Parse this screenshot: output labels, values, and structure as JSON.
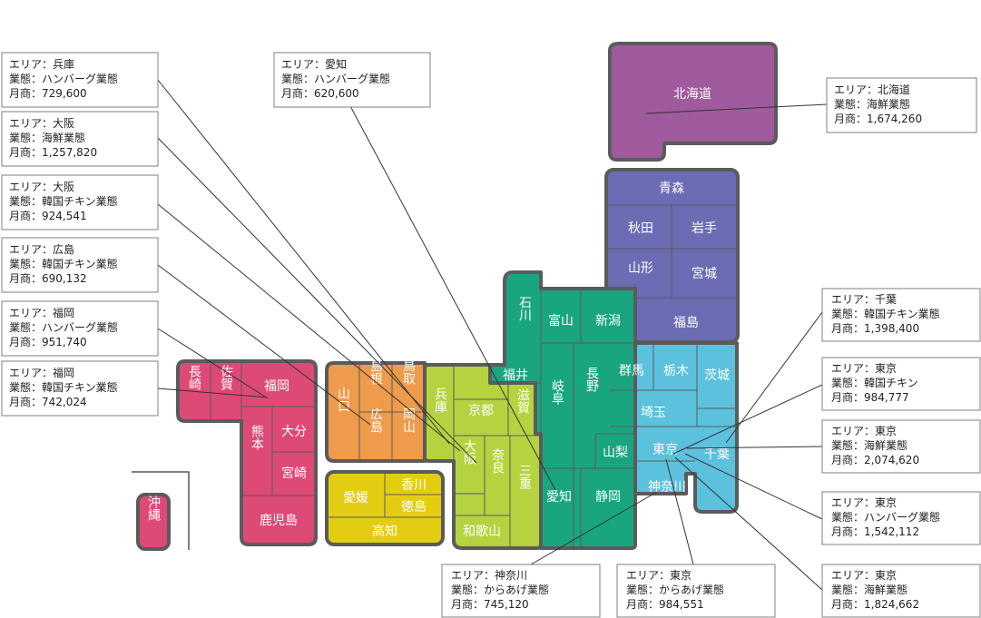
{
  "colors": {
    "hokkaido": "#a05a9e",
    "tohoku": "#6b6cb3",
    "kanto": "#5cc1dc",
    "chubu": "#1aa581",
    "kinki": "#b5d33f",
    "chugoku": "#ee9b4b",
    "shikoku": "#e3cd13",
    "kyushu": "#de4a76",
    "border": "#5b5b5b"
  },
  "prefectures": {
    "hokkaido": "北海道",
    "aomori": "青森",
    "akita": "秋田",
    "iwate": "岩手",
    "yamagata": "山形",
    "miyagi": "宮城",
    "fukushima": "福島",
    "ishikawa": "石川",
    "toyama": "富山",
    "niigata": "新潟",
    "fukui": "福井",
    "gifu": "岐阜",
    "nagano": "長野",
    "yamanashi": "山梨",
    "aichi": "愛知",
    "shizuoka": "静岡",
    "gunma": "群馬",
    "tochigi": "栃木",
    "ibaraki": "茨城",
    "saitama": "埼玉",
    "tokyo": "東京",
    "chiba": "千葉",
    "kanagawa": "神奈川",
    "kyoto": "京都",
    "shiga": "滋賀",
    "hyogo": "兵庫",
    "osaka": "大阪",
    "nara": "奈良",
    "mie": "三重",
    "wakayama": "和歌山",
    "tottori": "鳥取",
    "shimane": "島根",
    "okayama": "岡山",
    "hiroshima": "広島",
    "yamaguchi": "山口",
    "kagawa": "香川",
    "ehime": "愛媛",
    "tokushima": "徳島",
    "kochi": "高知",
    "fukuoka": "福岡",
    "saga": "佐賀",
    "nagasaki": "長崎",
    "oita": "大分",
    "kumamoto": "熊本",
    "miyazaki": "宮崎",
    "kagoshima": "鹿児島",
    "okinawa": "沖縄"
  },
  "callouts": [
    {
      "l1": "エリア：兵庫",
      "l2": "業態：ハンバーグ業態",
      "l3": "月商：729,600"
    },
    {
      "l1": "エリア：大阪",
      "l2": "業態：海鮮業態",
      "l3": "月商：1,257,820"
    },
    {
      "l1": "エリア：大阪",
      "l2": "業態：韓国チキン業態",
      "l3": "月商：924,541"
    },
    {
      "l1": "エリア：広島",
      "l2": "業態：韓国チキン業態",
      "l3": "月商：690,132"
    },
    {
      "l1": "エリア：福岡",
      "l2": "業態：ハンバーグ業態",
      "l3": "月商：951,740"
    },
    {
      "l1": "エリア：福岡",
      "l2": "業態：韓国チキン業態",
      "l3": "月商：742,024"
    },
    {
      "l1": "エリア：愛知",
      "l2": "業態：ハンバーグ業態",
      "l3": "月商：620,600"
    },
    {
      "l1": "エリア：北海道",
      "l2": "業態：海鮮業態",
      "l3": "月商：1,674,260"
    },
    {
      "l1": "エリア：千葉",
      "l2": "業態：韓国チキン業態",
      "l3": "月商：1,398,400"
    },
    {
      "l1": "エリア：東京",
      "l2": "業態：韓国チキン",
      "l3": "月商：984,777"
    },
    {
      "l1": "エリア：東京",
      "l2": "業態：海鮮業態",
      "l3": "月商：2,074,620"
    },
    {
      "l1": "エリア：東京",
      "l2": "業態：ハンバーグ業態",
      "l3": "月商：1,542,112"
    },
    {
      "l1": "エリア：神奈川",
      "l2": "業態：からあげ業態",
      "l3": "月商：745,120"
    },
    {
      "l1": "エリア：東京",
      "l2": "業態：からあげ業態",
      "l3": "月商：984,551"
    },
    {
      "l1": "エリア：東京",
      "l2": "業態：海鮮業態",
      "l3": "月商：1,824,662"
    }
  ]
}
